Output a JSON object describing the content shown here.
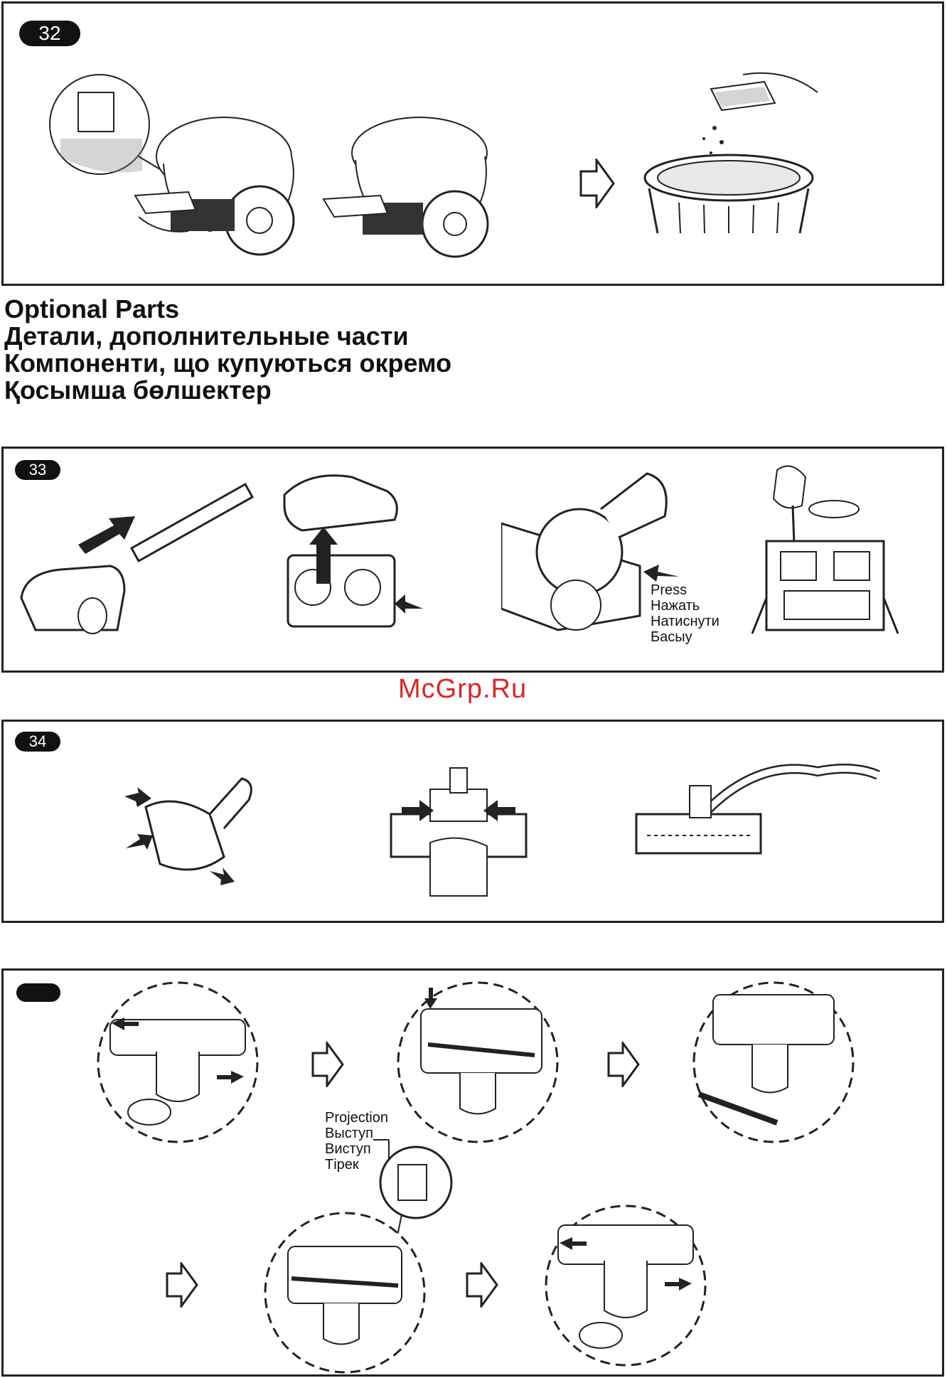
{
  "steps": {
    "s32": "32",
    "s33": "33",
    "s34": "34",
    "s35": ""
  },
  "heading": {
    "line1": "Optional Parts",
    "line2": "Детали, дополнительные части",
    "line3": "Компоненти, що купуються окремо",
    "line4": "Қосымша бөлшектер"
  },
  "press_labels": {
    "en": "Press",
    "ru": "Нажать",
    "uk": "Натиснути",
    "kk": "Басыу"
  },
  "projection_labels": {
    "en": "Projection",
    "ru": "Выступ",
    "uk": "Виступ",
    "kk": "Тірек"
  },
  "watermark": "McGrp.Ru",
  "icons": {
    "next": "hollow-right-arrow-icon",
    "push": "solid-arrow-icon"
  }
}
